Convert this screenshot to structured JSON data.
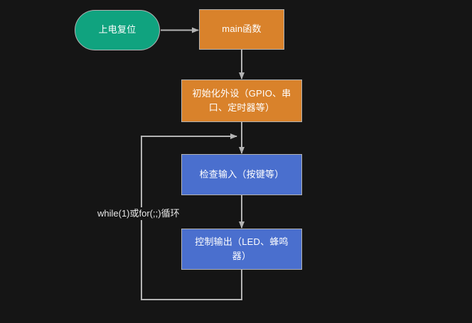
{
  "diagram": {
    "title": "",
    "background_color": "#151515",
    "edge_color": "#b3b3b3",
    "nodes": [
      {
        "id": "start",
        "label": "上电复位",
        "shape": "stadium",
        "fill": "#10a37f",
        "text_color": "#ffffff"
      },
      {
        "id": "main",
        "label": "main函数",
        "shape": "rect",
        "fill": "#d9822b",
        "text_color": "#ffffff"
      },
      {
        "id": "init",
        "label": "初始化外设（GPIO、串口、定时器等）",
        "shape": "rect",
        "fill": "#d9822b",
        "text_color": "#ffffff"
      },
      {
        "id": "input",
        "label": "检查输入（按键等）",
        "shape": "rect",
        "fill": "#4a6fce",
        "text_color": "#ffffff"
      },
      {
        "id": "output",
        "label": "控制输出（LED、蜂鸣器）",
        "shape": "rect",
        "fill": "#4a6fce",
        "text_color": "#ffffff"
      }
    ],
    "edges": [
      {
        "from": "start",
        "to": "main",
        "label": "",
        "arrow": true
      },
      {
        "from": "main",
        "to": "init",
        "label": "",
        "arrow": true
      },
      {
        "from": "init",
        "to": "input",
        "label": "",
        "arrow": true
      },
      {
        "from": "input",
        "to": "output",
        "label": "",
        "arrow": true
      },
      {
        "from": "output",
        "to": "input",
        "label": "while(1)或for(;;)循环",
        "arrow": true
      }
    ],
    "loop_label": "while(1)或for(;;)循环"
  }
}
